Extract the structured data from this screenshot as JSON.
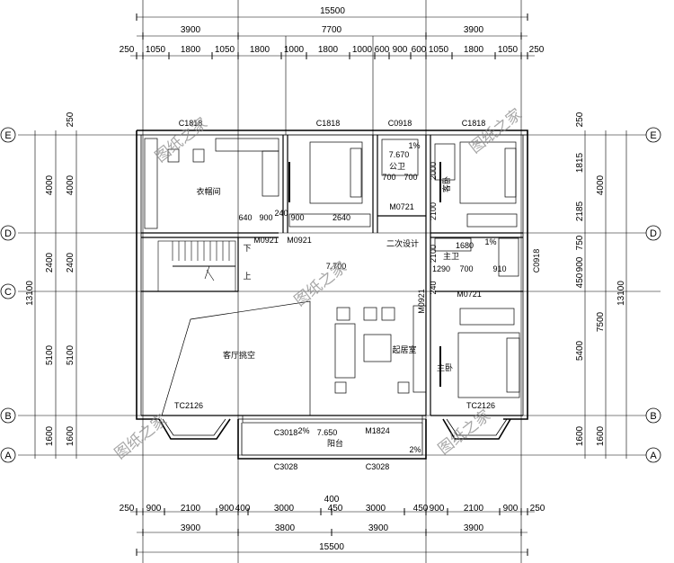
{
  "top_dims": {
    "total": "15500",
    "row2": [
      "3900",
      "7700",
      "3900"
    ],
    "row3": [
      "250",
      "1050",
      "1800",
      "1050",
      "1800",
      "1000",
      "1800",
      "1000",
      "600",
      "900",
      "600",
      "1050",
      "1800",
      "1050",
      "250"
    ]
  },
  "bottom_dims": {
    "total": "15500",
    "row2": [
      "3900",
      "3800",
      "3900",
      "3900"
    ],
    "row1": [
      "250",
      "900",
      "2100",
      "900",
      "400",
      "3000",
      "450",
      "3000",
      "450",
      "900",
      "2100",
      "900",
      "250"
    ],
    "mid": "400"
  },
  "left_dims": {
    "total": "13100",
    "outer": [
      "250",
      "4000",
      "2400",
      "5100",
      "1600"
    ],
    "inner": [
      "4000",
      "2400",
      "5100",
      "1600"
    ]
  },
  "right_dims": {
    "total": "13100",
    "outer": [
      "250",
      "1815",
      "2185",
      "750",
      "900",
      "450",
      "5400",
      "1600"
    ],
    "inner": [
      "4000",
      "7500",
      "1600"
    ]
  },
  "axes": [
    "E",
    "D",
    "C",
    "B",
    "A"
  ],
  "rooms": {
    "wardrobe": "衣帽间",
    "bath": "公卫",
    "guest": "客卧",
    "master_bath": "主卫",
    "void": "客厅挑空",
    "lounge": "起居室",
    "master": "主卧",
    "balcony": "阳台",
    "second_design": "二次设计",
    "down": "下",
    "up": "上"
  },
  "windows": [
    "C1818",
    "C1818",
    "C0918",
    "C1818",
    "C0918",
    "TC2126",
    "TC2126",
    "C3018",
    "C3028",
    "C3028"
  ],
  "doors": [
    "M0921",
    "M0921",
    "M0721",
    "M0921",
    "M0721",
    "M1824"
  ],
  "levels": [
    "7.670",
    "7.700",
    "7.650"
  ],
  "slopes": [
    "1%",
    "1%",
    "2%",
    "2%"
  ],
  "small_dims": {
    "wardrobe": [
      "640",
      "900",
      "240",
      "900"
    ],
    "room2": [
      "2640"
    ],
    "bath": [
      "700",
      "700",
      "2100"
    ],
    "master_bath": [
      "1290",
      "700",
      "910",
      "1680",
      "2100"
    ],
    "guest": [
      "2000"
    ],
    "lounge": [
      "240"
    ]
  },
  "watermark": "图纸之家"
}
